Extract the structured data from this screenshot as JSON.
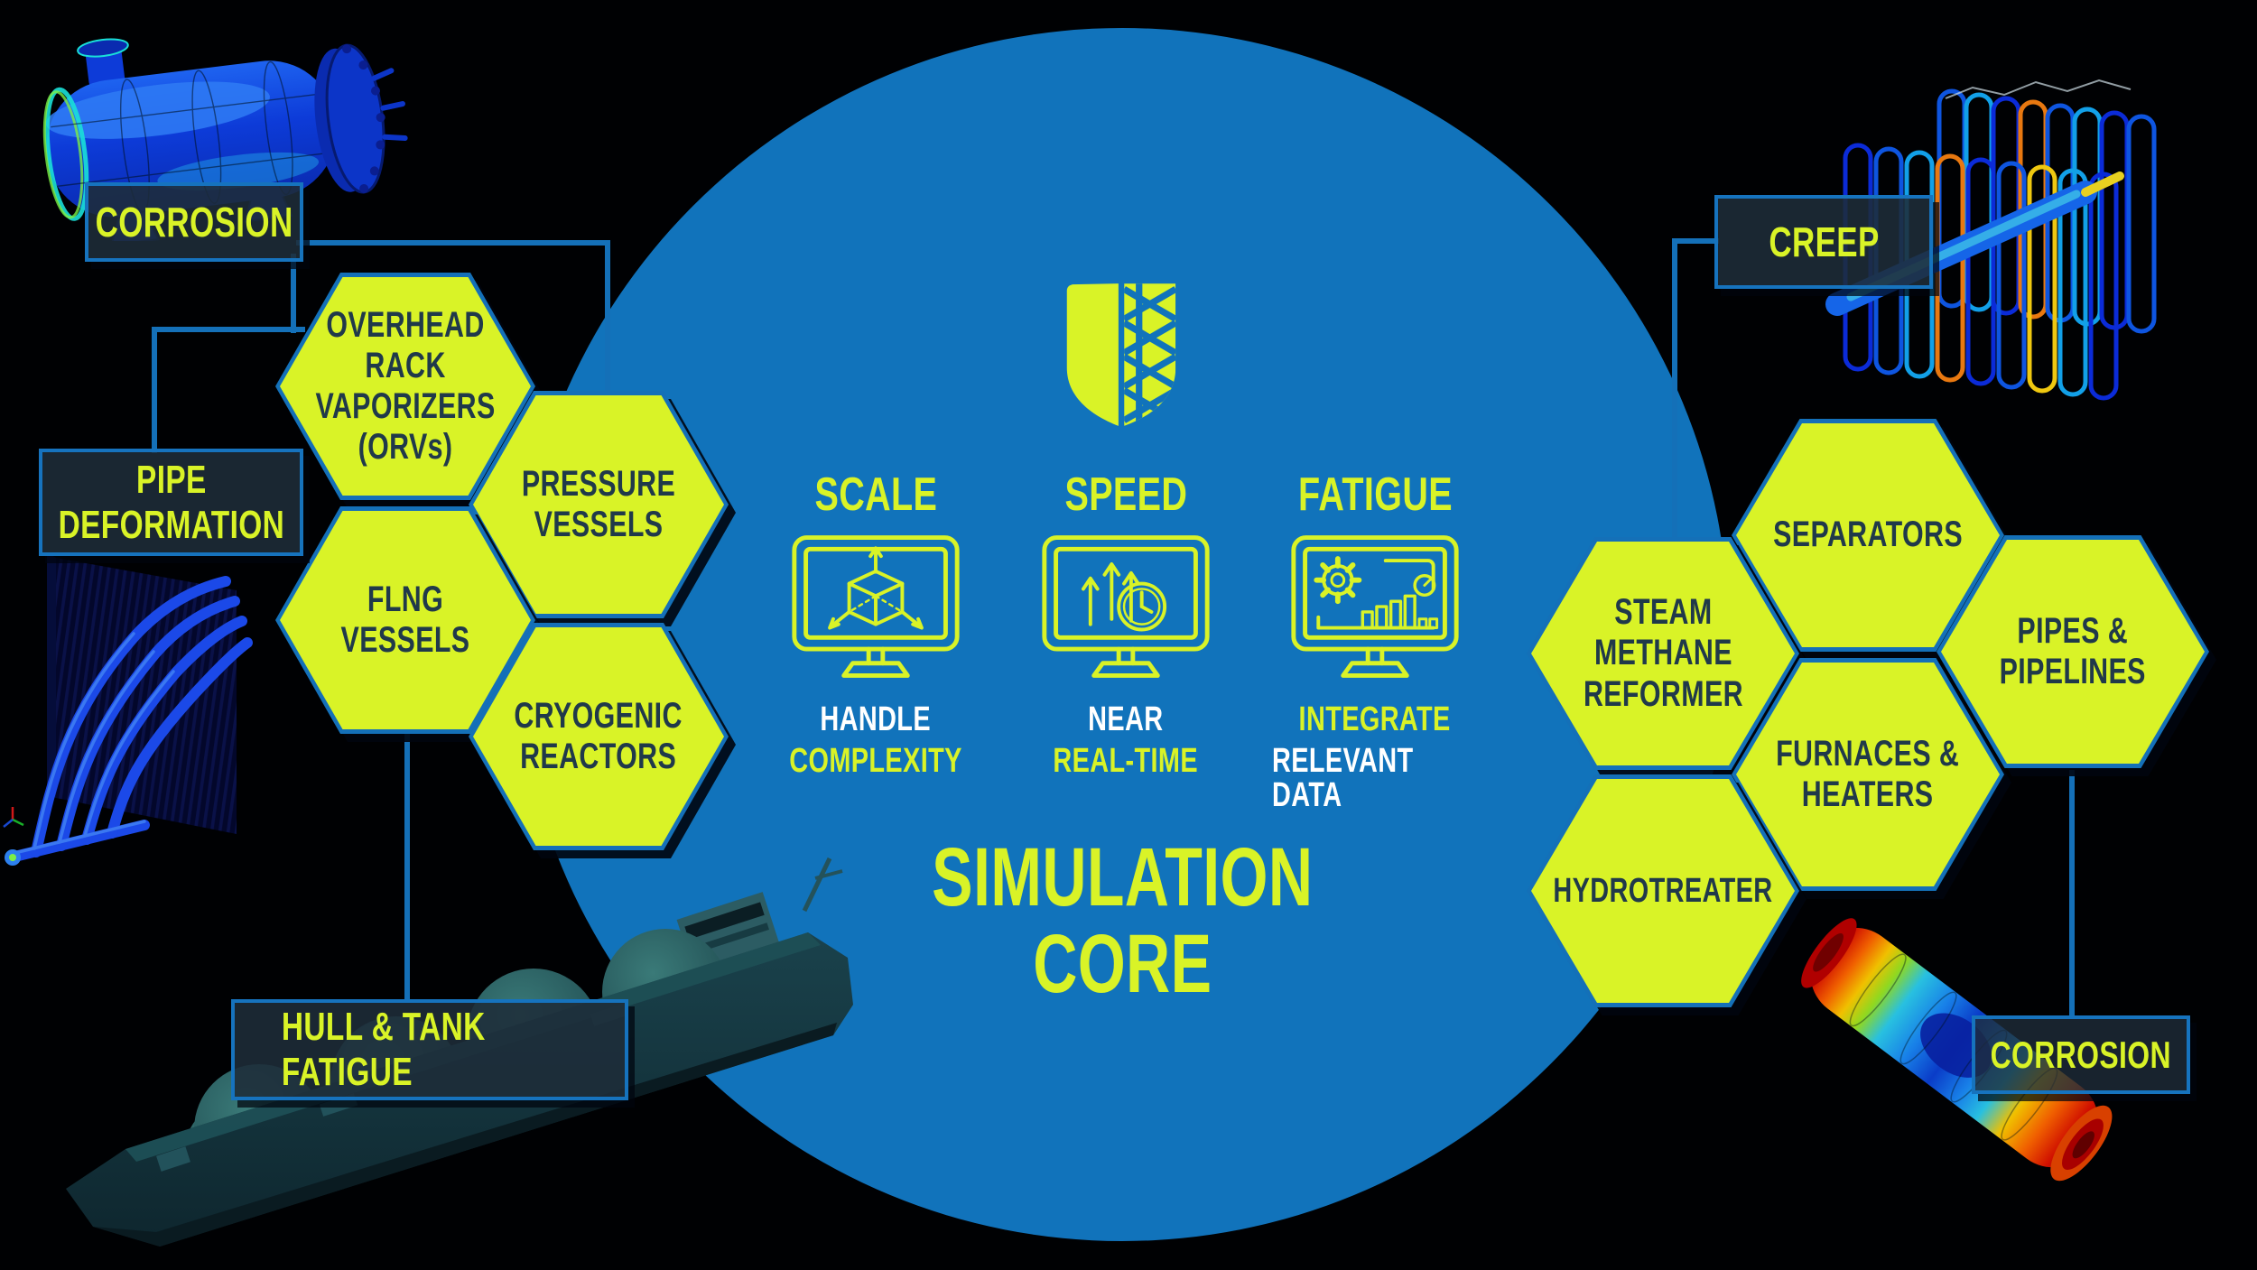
{
  "title": {
    "line1_line2": "SIMULATION\nCORE"
  },
  "core_pillars": [
    {
      "heading": "SCALE",
      "icon": "cube-scale-monitor-icon",
      "sub_line1": "HANDLE",
      "sub_line2": "COMPLEXITY"
    },
    {
      "heading": "SPEED",
      "icon": "speed-clock-monitor-icon",
      "sub_line1": "NEAR",
      "sub_line2": "REAL-TIME"
    },
    {
      "heading": "FATIGUE",
      "icon": "gear-chart-monitor-icon",
      "sub_line1": "INTEGRATE",
      "sub_line2": "RELEVANT DATA"
    }
  ],
  "hexagons": {
    "left": [
      {
        "id": "overhead-rack-vaporizers",
        "label": "OVERHEAD\nRACK\nVAPORIZERS\n(ORVs)"
      },
      {
        "id": "pressure-vessels",
        "label": "PRESSURE\nVESSELS"
      },
      {
        "id": "flng-vessels",
        "label": "FLNG\nVESSELS"
      },
      {
        "id": "cryogenic-reactors",
        "label": "CRYOGENIC\nREACTORS"
      }
    ],
    "right": [
      {
        "id": "separators",
        "label": "SEPARATORS"
      },
      {
        "id": "steam-methane-reformer",
        "label": "STEAM\nMETHANE\nREFORMER"
      },
      {
        "id": "pipes-pipelines",
        "label": "PIPES &\nPIPELINES"
      },
      {
        "id": "furnaces-heaters",
        "label": "FURNACES &\nHEATERS"
      },
      {
        "id": "hydrotreater",
        "label": "HYDROTREATER"
      }
    ]
  },
  "callouts": [
    {
      "id": "corrosion-left",
      "label": "CORROSION"
    },
    {
      "id": "pipe-deformation",
      "label": "PIPE\nDEFORMATION"
    },
    {
      "id": "hull-tank-fatigue",
      "label": "HULL & TANK FATIGUE"
    },
    {
      "id": "creep",
      "label": "CREEP"
    },
    {
      "id": "corrosion-right",
      "label": "CORROSION"
    }
  ],
  "images": {
    "top_left": "pressure-vessel-corrosion-simulation-render",
    "mid_left": "pipe-rack-deformation-simulation-render",
    "bottom_left": "lng-carrier-ship-simulation-render",
    "top_right": "furnace-tube-bundle-creep-simulation-render",
    "bottom_right": "pipe-corrosion-heatmap-simulation-render"
  },
  "colors": {
    "background": "#000103",
    "core_circle": "#1173BB",
    "hex_fill": "#D9F327",
    "hex_border": "#1470B8",
    "hex_text": "#20394A",
    "callout_bg": "#1E2C39",
    "callout_border": "#1673BE",
    "accent_yellow": "#D9F327",
    "text_white": "#FFFFFF",
    "connector": "#1470B8"
  }
}
